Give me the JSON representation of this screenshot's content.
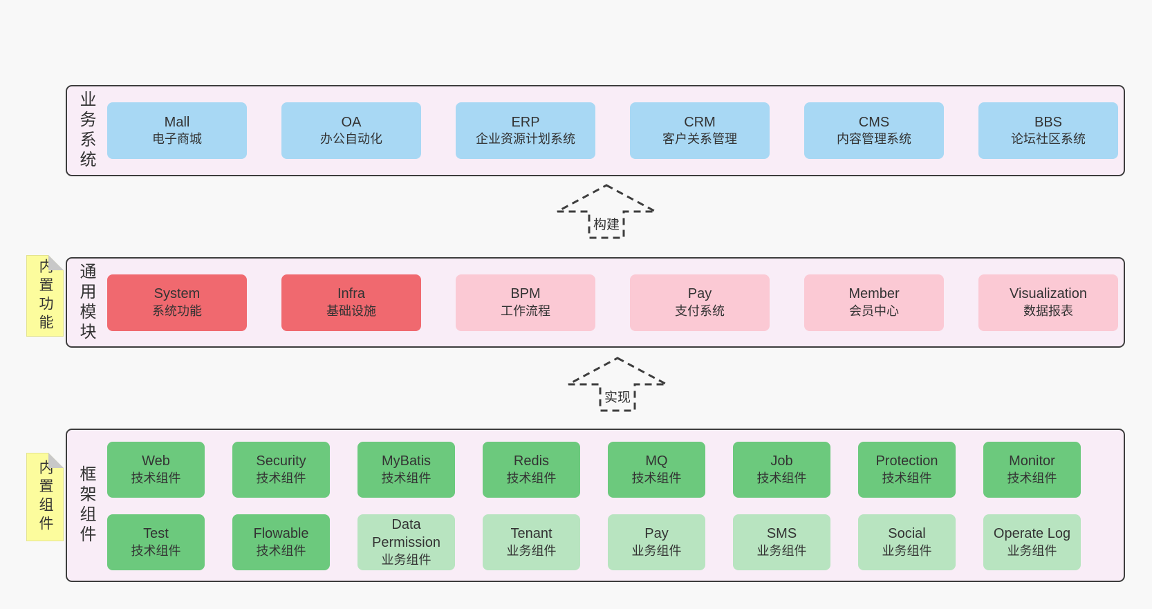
{
  "colors": {
    "page_bg": "#f8f8f8",
    "band_bg": "#f9edf7",
    "band_border": "#3d3d3d",
    "blue_box": "#a8d8f4",
    "red_box": "#f0696f",
    "pink_box": "#fbc9d4",
    "green_dark_box": "#6cc97d",
    "green_light_box": "#b8e4c0",
    "note_bg": "#fcfc9d",
    "note_fold": "#c8c8c8",
    "text": "#333333"
  },
  "bands": [
    {
      "label": "业务系统",
      "boxes": [
        {
          "name": "Mall",
          "desc": "电子商城"
        },
        {
          "name": "OA",
          "desc": "办公自动化"
        },
        {
          "name": "ERP",
          "desc": "企业资源计划系统"
        },
        {
          "name": "CRM",
          "desc": "客户关系管理"
        },
        {
          "name": "CMS",
          "desc": "内容管理系统"
        },
        {
          "name": "BBS",
          "desc": "论坛社区系统"
        }
      ]
    },
    {
      "label": "通用模块",
      "note": "内置功能",
      "boxes": [
        {
          "name": "System",
          "desc": "系统功能"
        },
        {
          "name": "Infra",
          "desc": "基础设施"
        },
        {
          "name": "BPM",
          "desc": "工作流程"
        },
        {
          "name": "Pay",
          "desc": "支付系统"
        },
        {
          "name": "Member",
          "desc": "会员中心"
        },
        {
          "name": "Visualization",
          "desc": "数据报表"
        }
      ]
    },
    {
      "label": "框架组件",
      "note": "内置组件",
      "rows": [
        [
          {
            "name": "Web",
            "desc": "技术组件"
          },
          {
            "name": "Security",
            "desc": "技术组件"
          },
          {
            "name": "MyBatis",
            "desc": "技术组件"
          },
          {
            "name": "Redis",
            "desc": "技术组件"
          },
          {
            "name": "MQ",
            "desc": "技术组件"
          },
          {
            "name": "Job",
            "desc": "技术组件"
          },
          {
            "name": "Protection",
            "desc": "技术组件"
          },
          {
            "name": "Monitor",
            "desc": "技术组件"
          }
        ],
        [
          {
            "name": "Test",
            "desc": "技术组件"
          },
          {
            "name": "Flowable",
            "desc": "技术组件"
          },
          {
            "name": "Data Permission",
            "desc": "业务组件"
          },
          {
            "name": "Tenant",
            "desc": "业务组件"
          },
          {
            "name": "Pay",
            "desc": "业务组件"
          },
          {
            "name": "SMS",
            "desc": "业务组件"
          },
          {
            "name": "Social",
            "desc": "业务组件"
          },
          {
            "name": "Operate Log",
            "desc": "业务组件"
          }
        ]
      ]
    }
  ],
  "arrows": [
    {
      "label": "构建"
    },
    {
      "label": "实现"
    }
  ]
}
